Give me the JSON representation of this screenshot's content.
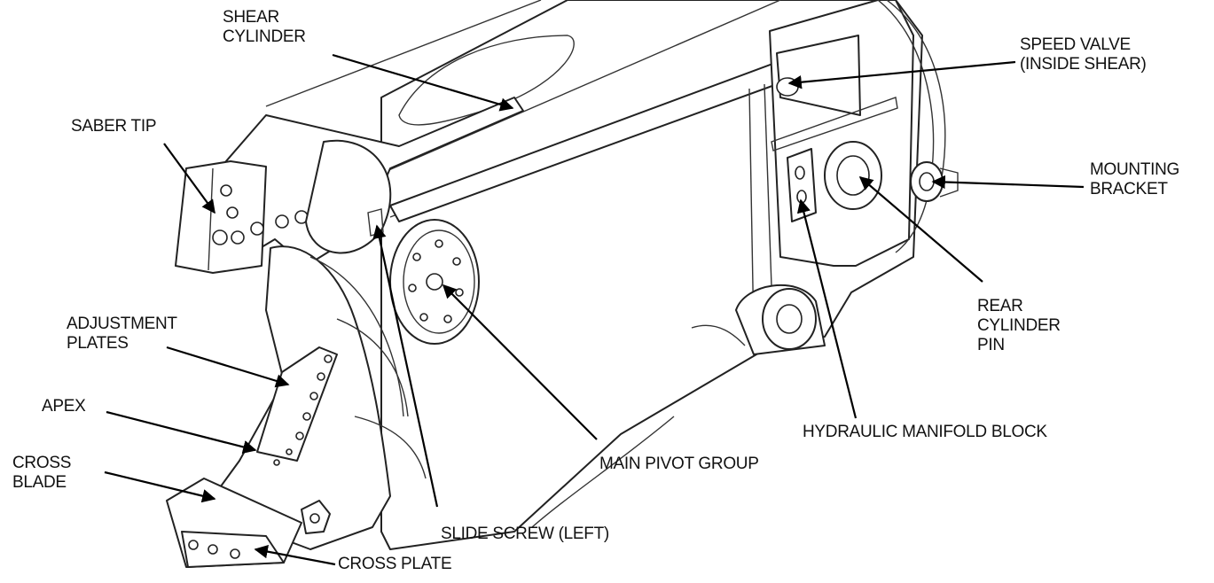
{
  "callouts": {
    "shear_cylinder": [
      "SHEAR",
      "CYLINDER"
    ],
    "saber_tip": [
      "SABER TIP"
    ],
    "adjustment_plates": [
      "ADJUSTMENT",
      "PLATES"
    ],
    "apex": [
      "APEX"
    ],
    "cross_blade": [
      "CROSS",
      "BLADE"
    ],
    "cross_plate": [
      "CROSS PLATE"
    ],
    "slide_screw_left": [
      "SLIDE SCREW (LEFT)"
    ],
    "main_pivot_group": [
      "MAIN PIVOT GROUP"
    ],
    "hydraulic_manifold_block": [
      "HYDRAULIC MANIFOLD BLOCK"
    ],
    "rear_cylinder_pin": [
      "REAR",
      "CYLINDER",
      "PIN"
    ],
    "speed_valve": [
      "SPEED VALVE",
      "(INSIDE SHEAR)"
    ],
    "mounting_bracket": [
      "MOUNTING",
      "BRACKET"
    ]
  }
}
